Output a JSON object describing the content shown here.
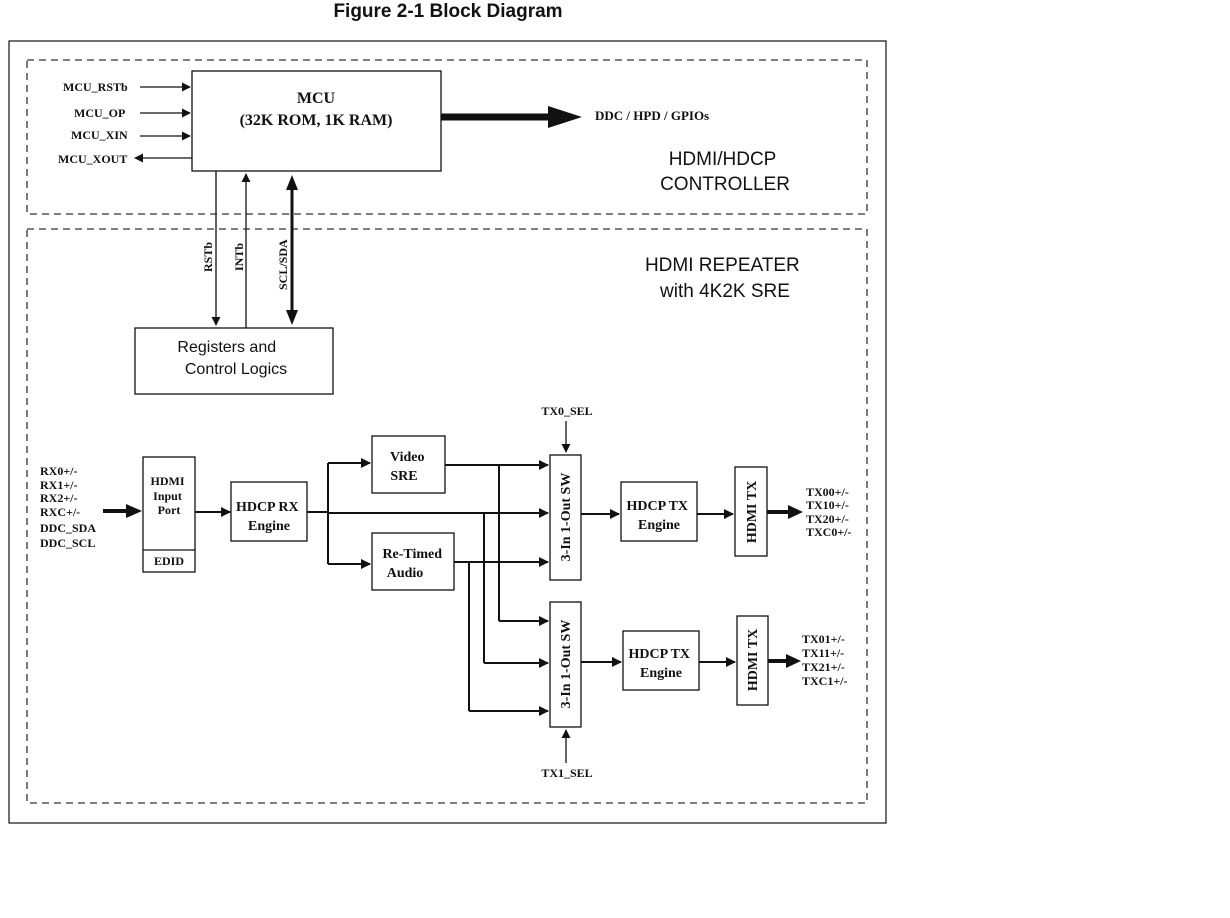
{
  "figure_title": "Figure 2-1  Block Diagram",
  "regions": {
    "controller": [
      "HDMI/HDCP",
      "CONTROLLER"
    ],
    "repeater": [
      "HDMI REPEATER",
      "with 4K2K SRE"
    ]
  },
  "mcu": {
    "title": "MCU",
    "subtitle": "(32K ROM, 1K RAM)",
    "inputs": [
      "MCU_RSTb",
      "MCU_OP",
      "MCU_XIN"
    ],
    "output": "MCU_XOUT",
    "ext_output": "DDC / HPD / GPIOs"
  },
  "bus_labels": {
    "rst": "RSTb",
    "int": "INTb",
    "i2c": "SCL/SDA"
  },
  "registers": [
    "Registers and",
    "Control Logics"
  ],
  "rx_inputs": [
    "RX0+/-",
    "RX1+/-",
    "RX2+/-",
    "RXC+/-",
    "DDC_SDA",
    "DDC_SCL"
  ],
  "hdmi_input_port": {
    "lines": [
      "HDMI",
      "Input",
      "Port"
    ],
    "edid": "EDID"
  },
  "hdcp_rx": [
    "HDCP RX",
    "Engine"
  ],
  "video_sre": [
    "Video",
    "SRE"
  ],
  "retimed_audio": [
    "Re-Timed",
    "Audio"
  ],
  "switch_label": "3-In 1-Out SW",
  "tx0_sel": "TX0_SEL",
  "tx1_sel": "TX1_SEL",
  "hdcp_tx": [
    "HDCP TX",
    "Engine"
  ],
  "hdmi_tx": "HDMI TX",
  "tx0_outputs": [
    "TX00+/-",
    "TX10+/-",
    "TX20+/-",
    "TXC0+/-"
  ],
  "tx1_outputs": [
    "TX01+/-",
    "TX11+/-",
    "TX21+/-",
    "TXC1+/-"
  ]
}
